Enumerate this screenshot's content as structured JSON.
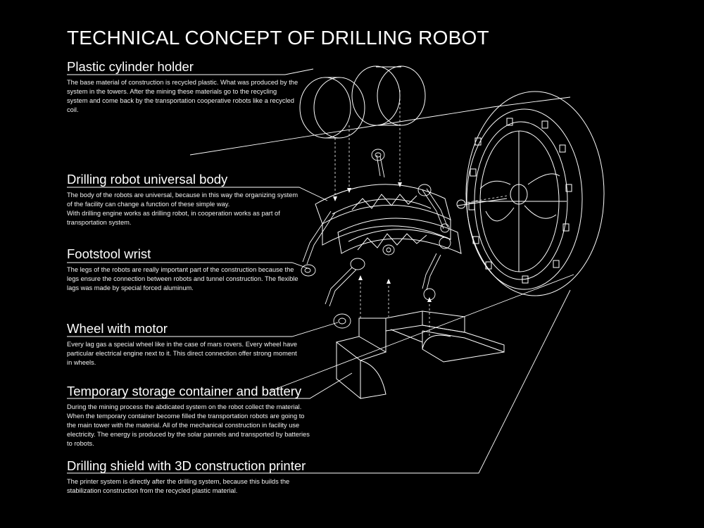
{
  "title": "TECHNICAL CONCEPT OF DRILLING ROBOT",
  "colors": {
    "background": "#000000",
    "lines": "#ffffff"
  },
  "sections": [
    {
      "heading": "Plastic cylinder holder",
      "body": "The base material of construction is recycled plastic. What was produced by the system in the towers. After the mining these materials go to the recycling system and come back by the transportation cooperative robots like a recycled coil."
    },
    {
      "heading": "Drilling robot universal body",
      "body": "The body of the robots are universal, because in this way the organizing system of the facility can change a function of these simple way.\nWith drilling engine works as drilling robot, in cooperation works as part of transportation system."
    },
    {
      "heading": "Footstool wrist",
      "body": "The legs of the robots are really important part of the construction because the legs ensure the connection between robots and tunnel construction. The flexible lags was made by special forced aluminum."
    },
    {
      "heading": "Wheel with motor",
      "body": "Every lag gas a special wheel like in the case of mars rovers. Every wheel have particular electrical engine next to it.  This direct connection offer strong moment in wheels."
    },
    {
      "heading": "Temporary storage container and battery",
      "body": "During the mining process the abdicated system on the robot collect the material. When the temporary container become filled the transportation robots are going to the main tower with the material. All of the mechanical construction in facility use electricity. The energy is produced by the solar pannels and transported by batteries to robots."
    },
    {
      "heading": "Drilling shield with 3D construction printer",
      "body": "The printer system is directly after the drilling system, because this builds the stabilization construction from the recycled plastic material."
    }
  ]
}
